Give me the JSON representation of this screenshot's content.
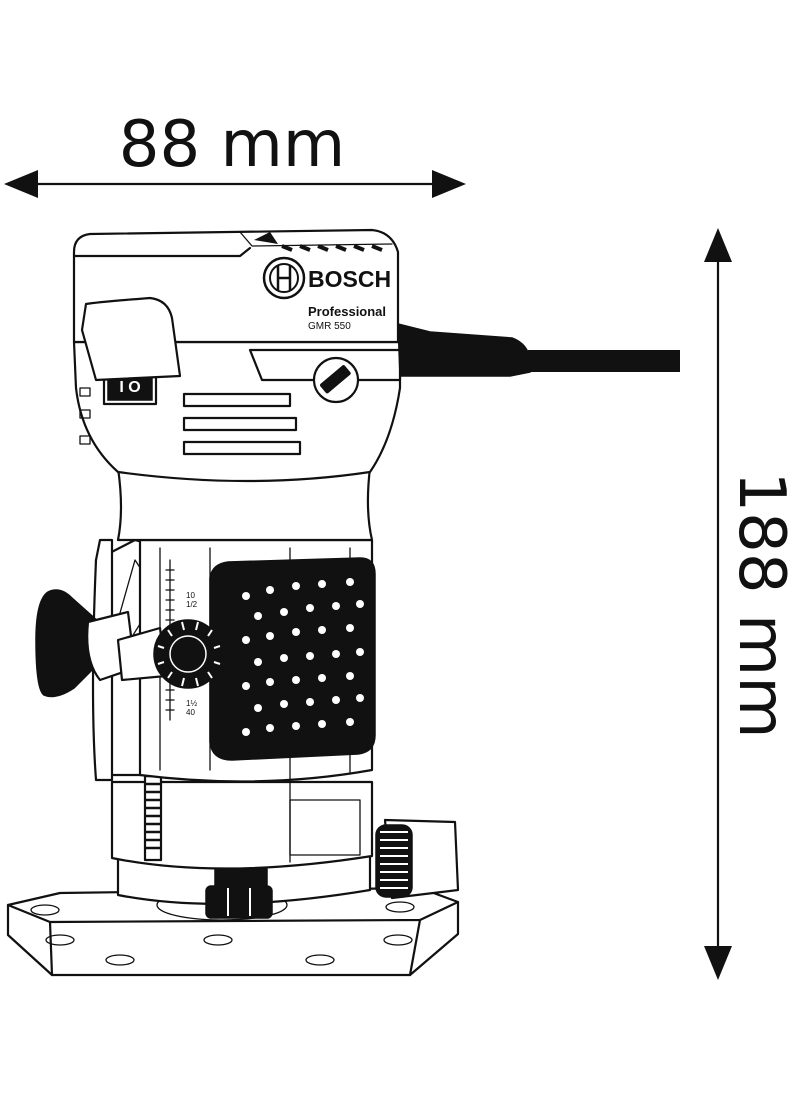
{
  "dimensions": {
    "width_label": "88 mm",
    "height_label": "188 mm"
  },
  "product": {
    "brand": "BOSCH",
    "line": "Professional",
    "model": "GMR 550",
    "switch": "I O",
    "scale_top_mm": "10",
    "scale_top_in": "1/2",
    "scale_bottom_in": "1½",
    "scale_bottom_mm": "40"
  },
  "colors": {
    "line": "#111111",
    "background": "#ffffff"
  },
  "icons": [
    "arrow-left-icon",
    "arrow-right-icon",
    "arrow-up-icon",
    "arrow-down-icon",
    "bosch-armature-logo-icon"
  ]
}
